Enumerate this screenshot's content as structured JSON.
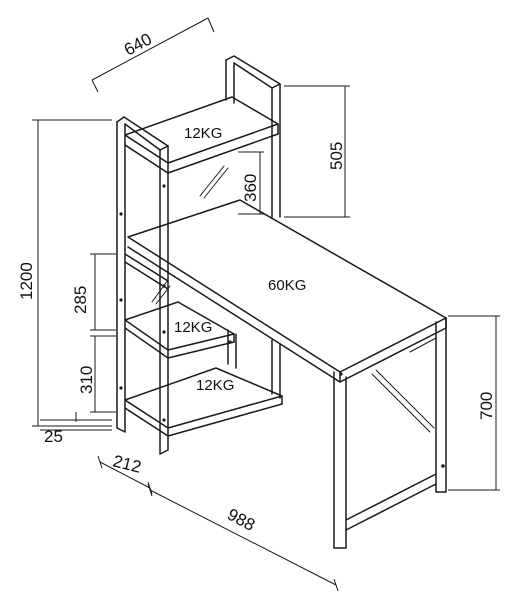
{
  "dimensions": {
    "top_depth": "640",
    "total_height": "1200",
    "shelf_block_height": "505",
    "upper_riser": "360",
    "shelf_gap_mid": "285",
    "shelf_gap_low": "310",
    "foot_clearance": "25",
    "shelf_width": "212",
    "desk_length": "988",
    "desk_height": "700"
  },
  "loads": {
    "top_shelf": "12KG",
    "desk_surface": "60KG",
    "middle_shelf": "12KG",
    "bottom_shelf": "12KG"
  }
}
